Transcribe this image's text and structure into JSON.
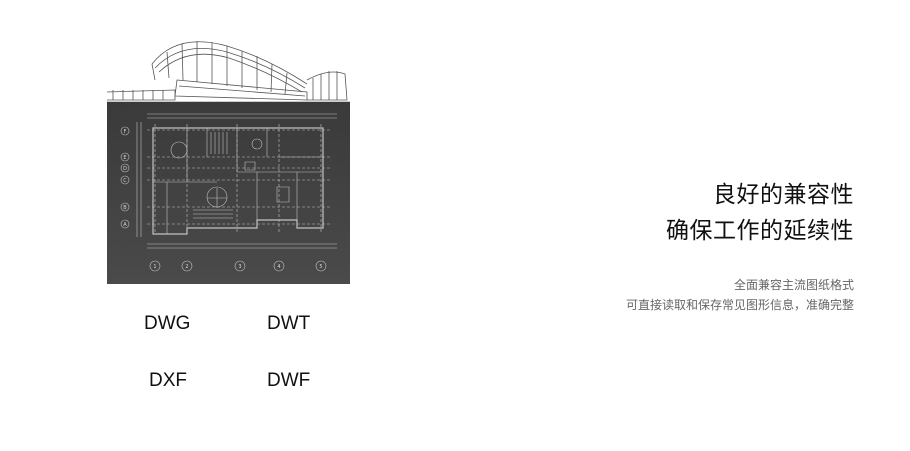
{
  "formats": [
    "DWG",
    "DWT",
    "DXF",
    "DWF"
  ],
  "heading": {
    "line1": "良好的兼容性",
    "line2": "确保工作的延续性"
  },
  "description": {
    "line1": "全面兼容主流图纸格式",
    "line2": "可直接读取和保存常见图形信息，准确完整"
  },
  "blueprint": {
    "row_markers": [
      "F",
      "E",
      "D",
      "C",
      "B",
      "A"
    ],
    "column_markers": [
      "1",
      "2",
      "3",
      "4",
      "5"
    ]
  }
}
